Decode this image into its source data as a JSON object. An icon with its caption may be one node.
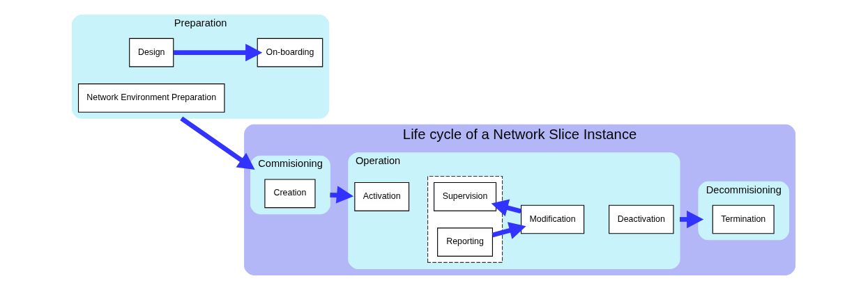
{
  "diagram": {
    "nodes": [
      {
        "text": [
          "Preparation"
        ]
      },
      {
        "text": [
          "Design"
        ],
        "in": 0
      },
      {
        "text": [
          "On-boarding"
        ],
        "in": 0
      },
      {
        "text": [
          "Network Environment Preparation"
        ],
        "in": 0
      },
      {
        "text": [
          "Life cycle of a Network Slice Instance"
        ]
      },
      {
        "text": [
          "Commisioning"
        ],
        "in": 4
      },
      {
        "text": [
          "Creation"
        ],
        "in": 5
      },
      {
        "text": [
          "Operation"
        ],
        "in": 4
      },
      {
        "text": [
          "Activation"
        ],
        "in": 7
      },
      {
        "text": [],
        "shape": "box",
        "in": 7
      },
      {
        "text": [
          "Supervision"
        ],
        "in": 9
      },
      {
        "text": [
          "Reporting"
        ],
        "in": 9
      },
      {
        "text": [
          "Modification"
        ],
        "in": 7
      },
      {
        "text": [
          "Deactivation"
        ],
        "in": 7
      },
      {
        "text": [
          "Decommisioning"
        ],
        "in": 4
      },
      {
        "text": [
          "Termination"
        ],
        "in": 14
      }
    ],
    "edges": [
      {
        "from": 1,
        "to": 2,
        "arrow": "to"
      },
      {
        "from": 0,
        "to": 5,
        "arrow": "to"
      },
      {
        "from": 5,
        "to": 7,
        "arrow": "to"
      },
      {
        "from": 12,
        "to": 10,
        "arrow": "to"
      },
      {
        "from": 11,
        "to": 12,
        "arrow": "to"
      },
      {
        "from": 7,
        "to": 14,
        "arrow": "to"
      }
    ]
  }
}
